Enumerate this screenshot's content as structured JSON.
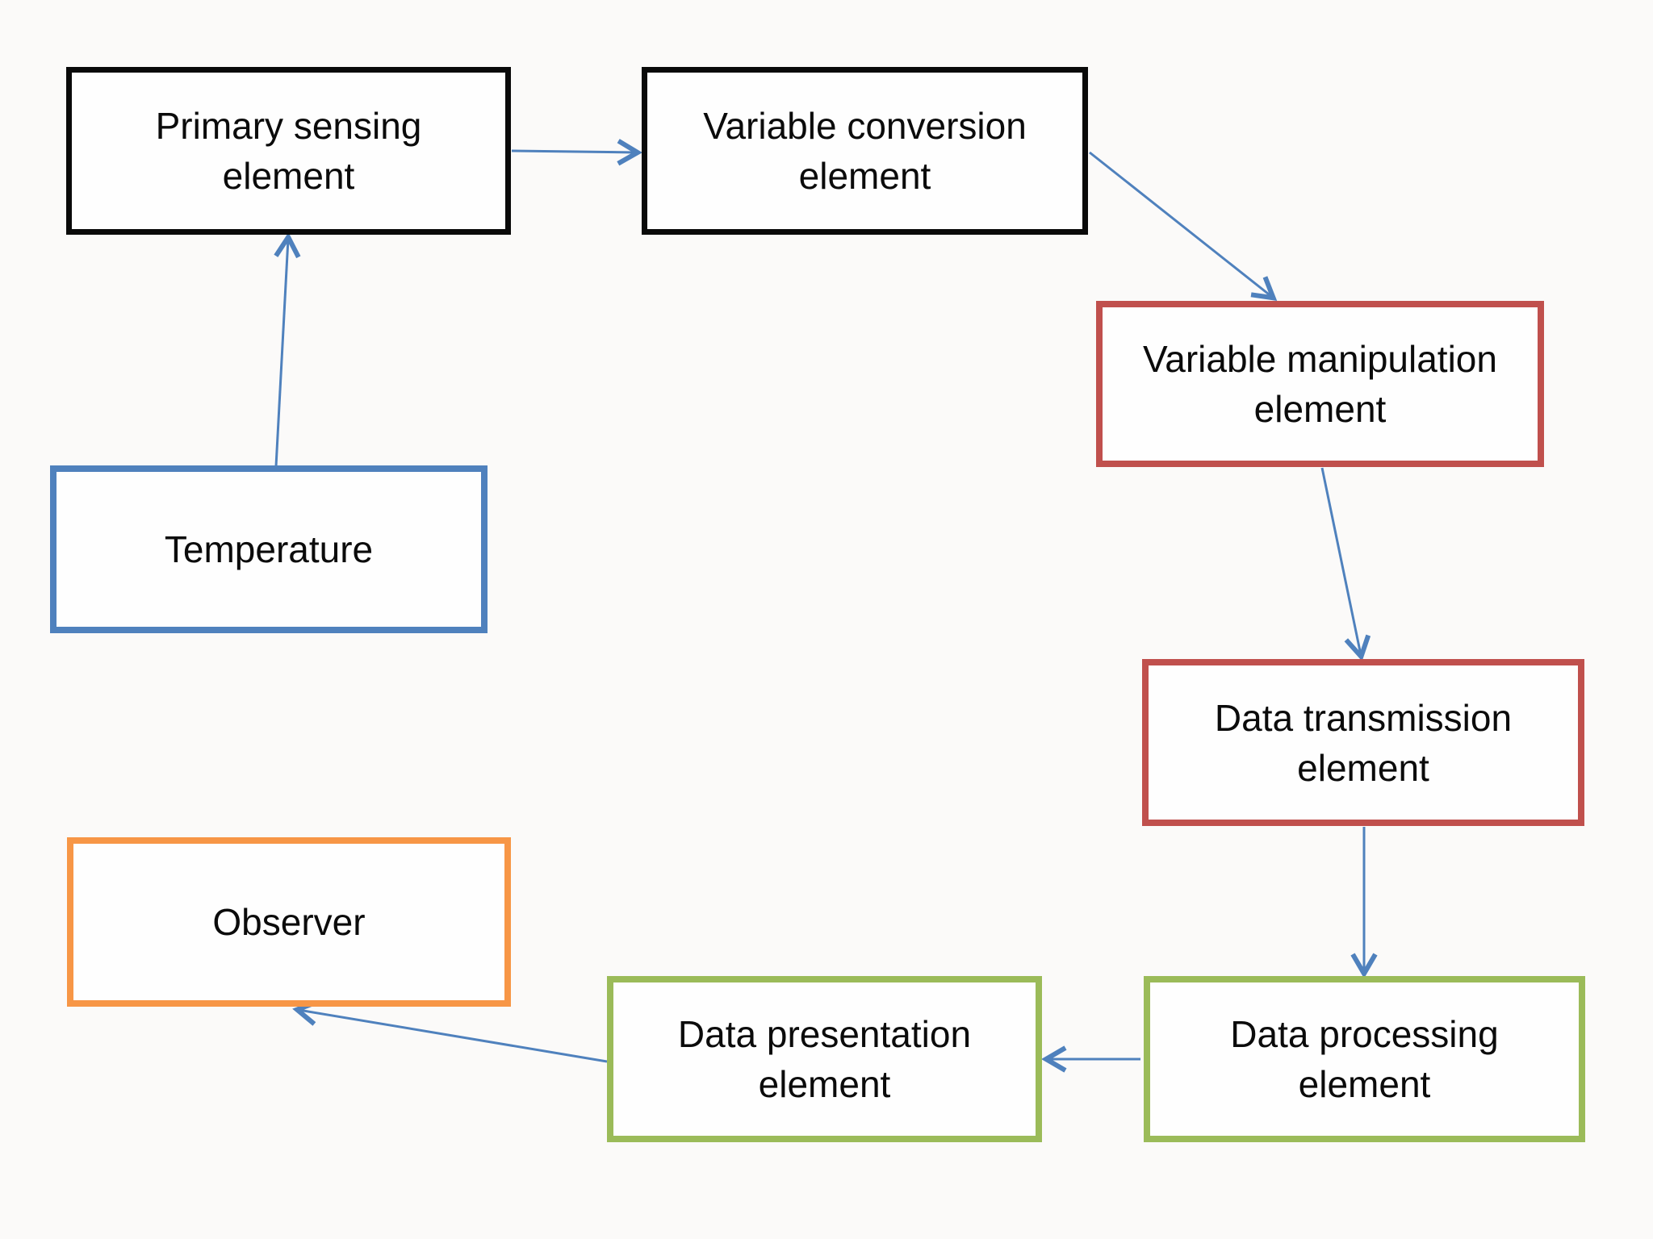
{
  "diagram": {
    "type": "flowchart",
    "background_color": "#fbfaf9",
    "arrow_color": "#4f81bd",
    "boxes": [
      {
        "id": "primary-sensing-element",
        "label": "Primary sensing element",
        "lines": [
          "Primary sensing",
          "element"
        ],
        "border_color": "#0a0a0a"
      },
      {
        "id": "variable-conversion-element",
        "label": "Variable conversion element",
        "lines": [
          "Variable conversion",
          "element"
        ],
        "border_color": "#0a0a0a"
      },
      {
        "id": "variable-manipulation-element",
        "label": "Variable manipulation element",
        "lines": [
          "Variable manipulation",
          "element"
        ],
        "border_color": "#c0504d"
      },
      {
        "id": "data-transmission-element",
        "label": "Data transmission element",
        "lines": [
          "Data transmission",
          "element"
        ],
        "border_color": "#c0504d"
      },
      {
        "id": "data-processing-element",
        "label": "Data processing element",
        "lines": [
          "Data processing",
          "element"
        ],
        "border_color": "#9bbb59"
      },
      {
        "id": "data-presentation-element",
        "label": "Data presentation element",
        "lines": [
          "Data presentation",
          "element"
        ],
        "border_color": "#9bbb59"
      },
      {
        "id": "observer",
        "label": "Observer",
        "lines": [
          "Observer"
        ],
        "border_color": "#f79646"
      },
      {
        "id": "temperature",
        "label": "Temperature",
        "lines": [
          "Temperature"
        ],
        "border_color": "#4f81bd"
      }
    ],
    "connections": [
      {
        "from": "temperature",
        "to": "primary-sensing-element"
      },
      {
        "from": "primary-sensing-element",
        "to": "variable-conversion-element"
      },
      {
        "from": "variable-conversion-element",
        "to": "variable-manipulation-element"
      },
      {
        "from": "variable-manipulation-element",
        "to": "data-transmission-element"
      },
      {
        "from": "data-transmission-element",
        "to": "data-processing-element"
      },
      {
        "from": "data-processing-element",
        "to": "data-presentation-element"
      },
      {
        "from": "data-presentation-element",
        "to": "observer"
      }
    ]
  }
}
